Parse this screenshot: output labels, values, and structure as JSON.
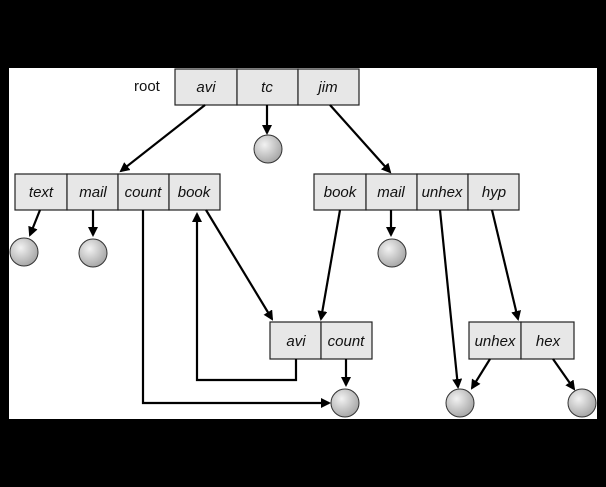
{
  "diagram": {
    "root_label": "root",
    "directories": {
      "root": [
        "avi",
        "tc",
        "jim"
      ],
      "avi_dir": [
        "text",
        "mail",
        "count",
        "book"
      ],
      "jim_dir": [
        "book",
        "mail",
        "unhex",
        "hyp"
      ],
      "shared_dir": [
        "avi",
        "count"
      ],
      "hyp_dir": [
        "unhex",
        "hex"
      ]
    },
    "colors": {
      "cell_fill": "#e7e7e7",
      "file_node_fill": "#c8c8c8",
      "edge": "#000000",
      "background": "#ffffff",
      "frame": "#000000"
    }
  }
}
